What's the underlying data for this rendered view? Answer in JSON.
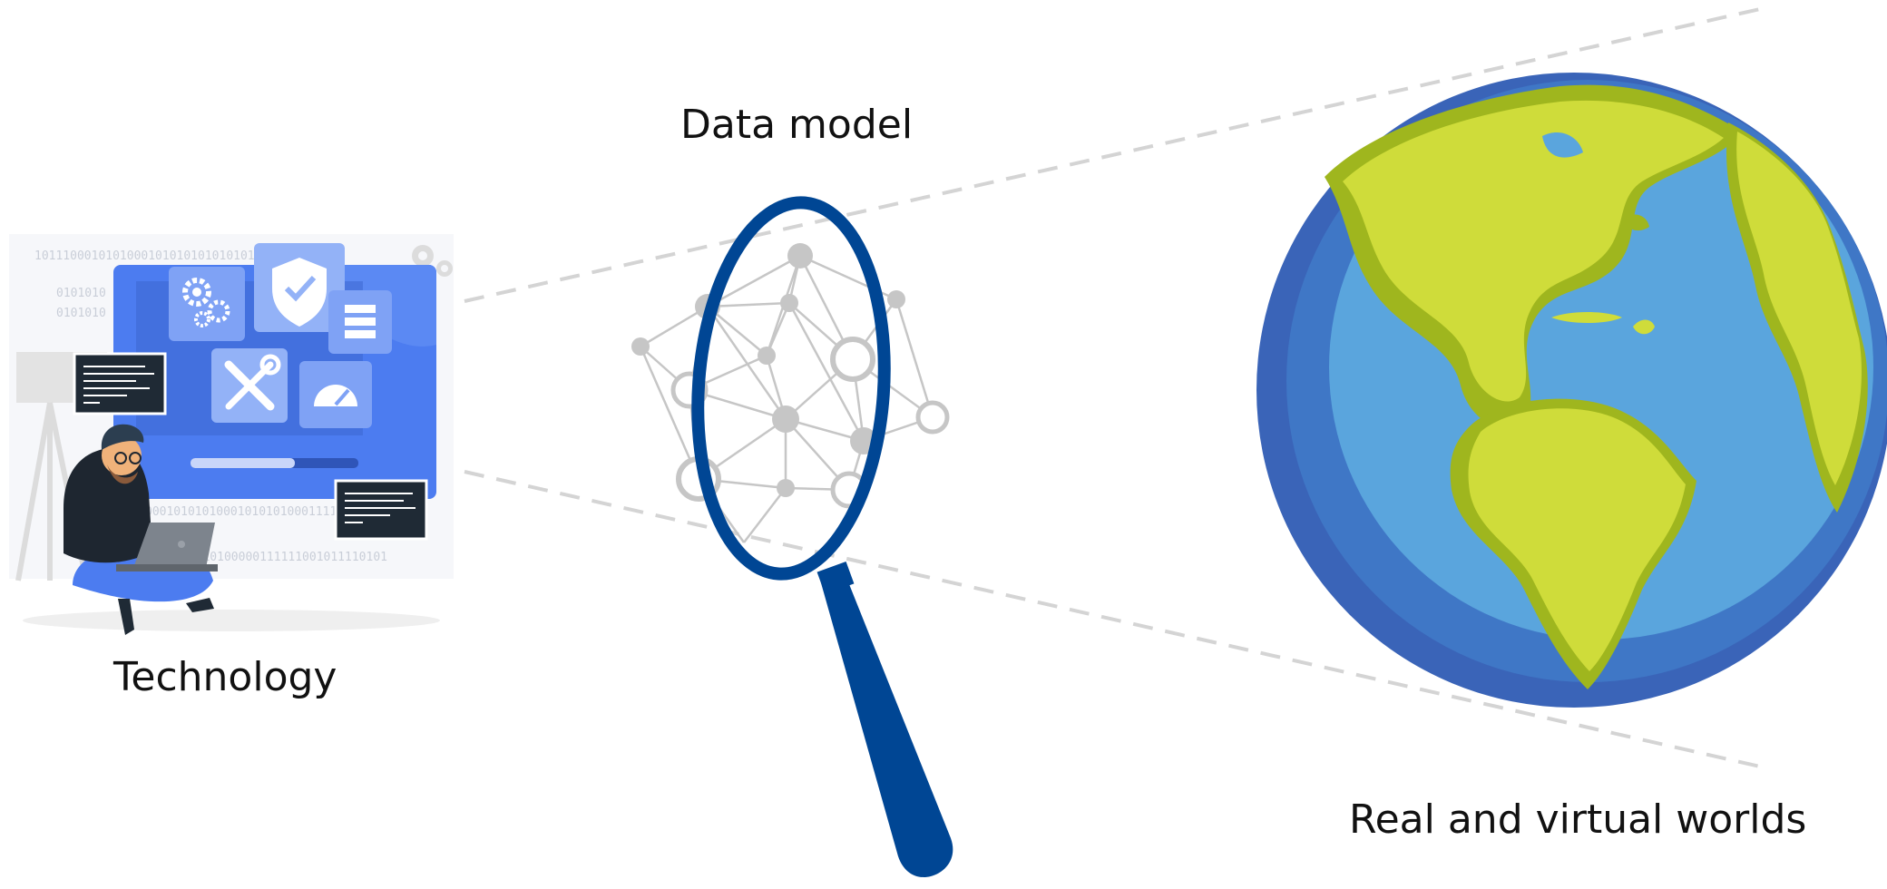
{
  "labels": {
    "data_model": "Data model",
    "technology": "Technology",
    "worlds": "Real and virtual worlds"
  },
  "illustration": {
    "binary_lines": [
      "1011100010101000101010101010101010000",
      "0101010",
      "0101010",
      "000101010100010101010001111101010",
      "01010100000111111001011110101"
    ],
    "tech_icons": [
      "gears-icon",
      "shield-check-icon",
      "server-icon",
      "tools-icon",
      "gauge-icon"
    ]
  },
  "colors": {
    "magnifier": "#004694",
    "network": "#c6c6c6",
    "ocean": "#5aa5dd",
    "ocean_dark": "#3f77c6",
    "land": "#cfdc3a",
    "land_dark": "#9fb61e",
    "tech_blue": "#4c7cf0",
    "dashed": "#d4d4d4"
  }
}
